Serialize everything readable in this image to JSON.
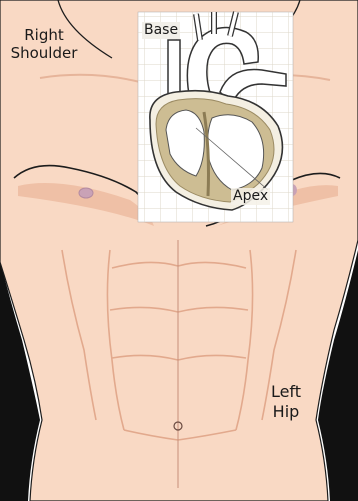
{
  "labels": {
    "right_shoulder_line1": "Right",
    "right_shoulder_line2": "Shoulder",
    "left_hip_line1": "Left",
    "left_hip_line2": "Hip",
    "heart_base": "Base",
    "heart_apex": "Apex"
  },
  "colors": {
    "skin": "#f9d9c4",
    "skin_shadow": "#efc0a6",
    "outline": "#1c1c1c",
    "heart_fill": "#ffffff",
    "heart_wall": "#c9b98f",
    "heart_grid": "#d8d2c2",
    "nipple": "#c9a2b6"
  }
}
